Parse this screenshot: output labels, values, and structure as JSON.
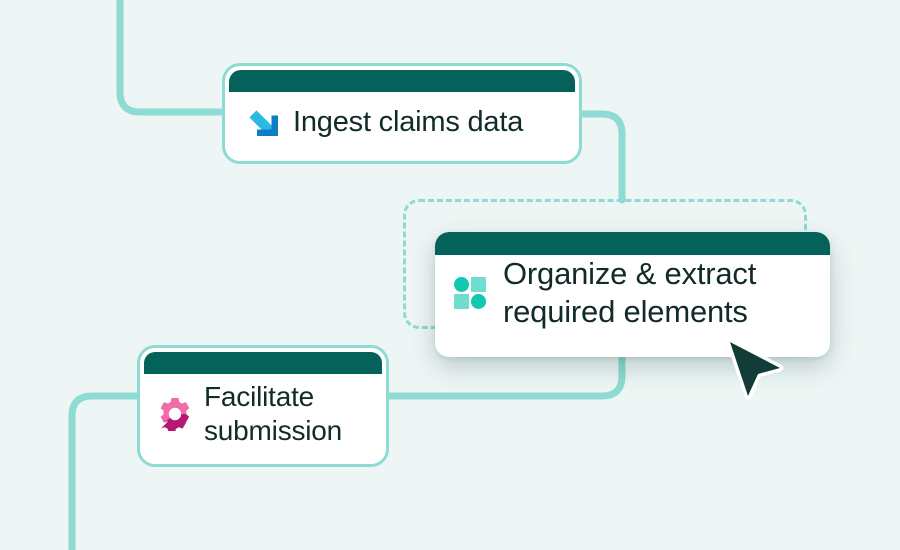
{
  "canvas": {
    "background_color": "#eef6f5",
    "connector_color": "#8ddbd2",
    "header_color": "#05625a",
    "text_color": "#102b28",
    "card_background": "#ffffff"
  },
  "nodes": [
    {
      "id": "ingest",
      "label": "Ingest claims data",
      "icon": "arrow-down-right-icon",
      "icon_colors": [
        "#2bb8e6",
        "#0b7ec4"
      ],
      "state": "idle"
    },
    {
      "id": "organize",
      "label": "Organize & extract\nrequired elements",
      "icon": "shapes-grid-icon",
      "icon_colors": [
        "#13c7b0",
        "#6fddd0"
      ],
      "state": "dragging"
    },
    {
      "id": "facilitate",
      "label": "Facilitate\nsubmission",
      "icon": "gear-icon",
      "icon_colors": [
        "#f06ba8",
        "#b41a73"
      ],
      "state": "idle"
    }
  ],
  "dropzone": {
    "style": "dashed",
    "color": "#8ddbd2"
  },
  "cursor": {
    "type": "pointer-arrow",
    "fill": "#123c38",
    "outline": "#ffffff"
  }
}
